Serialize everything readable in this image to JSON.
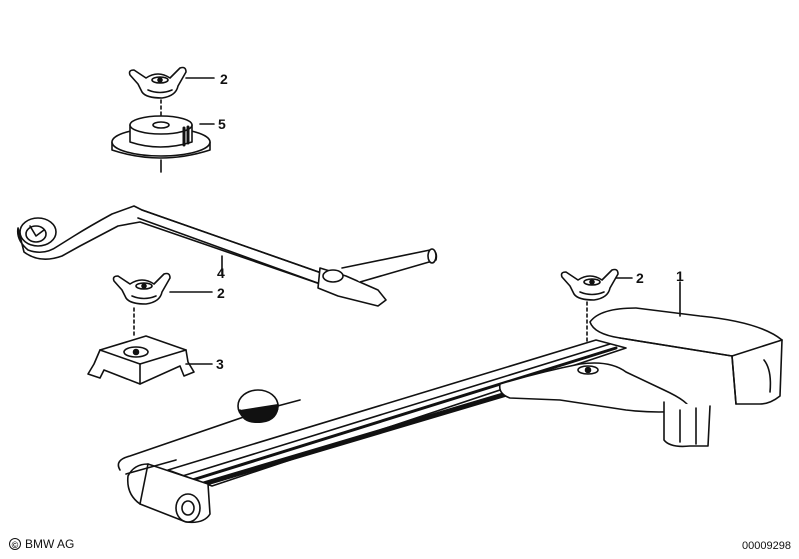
{
  "diagram": {
    "callouts": [
      {
        "id": "c2-top",
        "label": "2"
      },
      {
        "id": "c5",
        "label": "5"
      },
      {
        "id": "c4",
        "label": "4"
      },
      {
        "id": "c2-mid",
        "label": "2"
      },
      {
        "id": "c3",
        "label": "3"
      },
      {
        "id": "c2-right",
        "label": "2"
      },
      {
        "id": "c1",
        "label": "1"
      }
    ]
  },
  "footer": {
    "copyright_symbol": "©",
    "brand": "BMW AG",
    "image_number": "00009298"
  }
}
